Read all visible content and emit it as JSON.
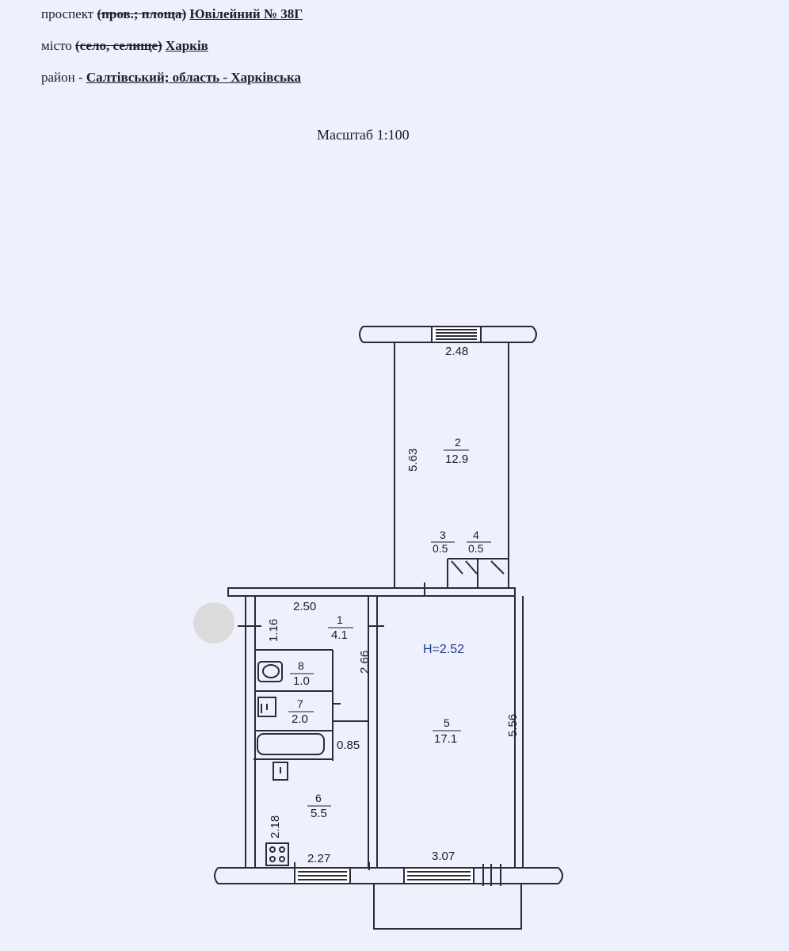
{
  "header": {
    "line1": {
      "prefix": "проспект",
      "struck": "(пров.; площа)",
      "value": "Ювілейний № 38Г"
    },
    "line2": {
      "prefix": "місто",
      "struck": "(село, селище)",
      "value": "Харків"
    },
    "line3": {
      "prefix": "район -",
      "value": "Салтівський; область - Харківська"
    }
  },
  "scale": "Масштаб 1:100",
  "plan": {
    "height_label": "H=2.52",
    "rooms": [
      {
        "num": "1",
        "area": "4.1"
      },
      {
        "num": "2",
        "area": "12.9"
      },
      {
        "num": "3",
        "area": "0.5"
      },
      {
        "num": "4",
        "area": "0.5"
      },
      {
        "num": "5",
        "area": "17.1"
      },
      {
        "num": "6",
        "area": "5.5"
      },
      {
        "num": "7",
        "area": "2.0"
      },
      {
        "num": "8",
        "area": "1.0"
      }
    ],
    "dimensions": {
      "balcony_width": "2.48",
      "balcony_length": "5.63",
      "hall_width": "2.50",
      "hall_depth": "1.16",
      "hall_length": "2.66",
      "room_length": "5.56",
      "kitchen_width": "2.27",
      "kitchen_depth": "2.18",
      "room_width": "3.07",
      "passage": "0.85"
    }
  }
}
